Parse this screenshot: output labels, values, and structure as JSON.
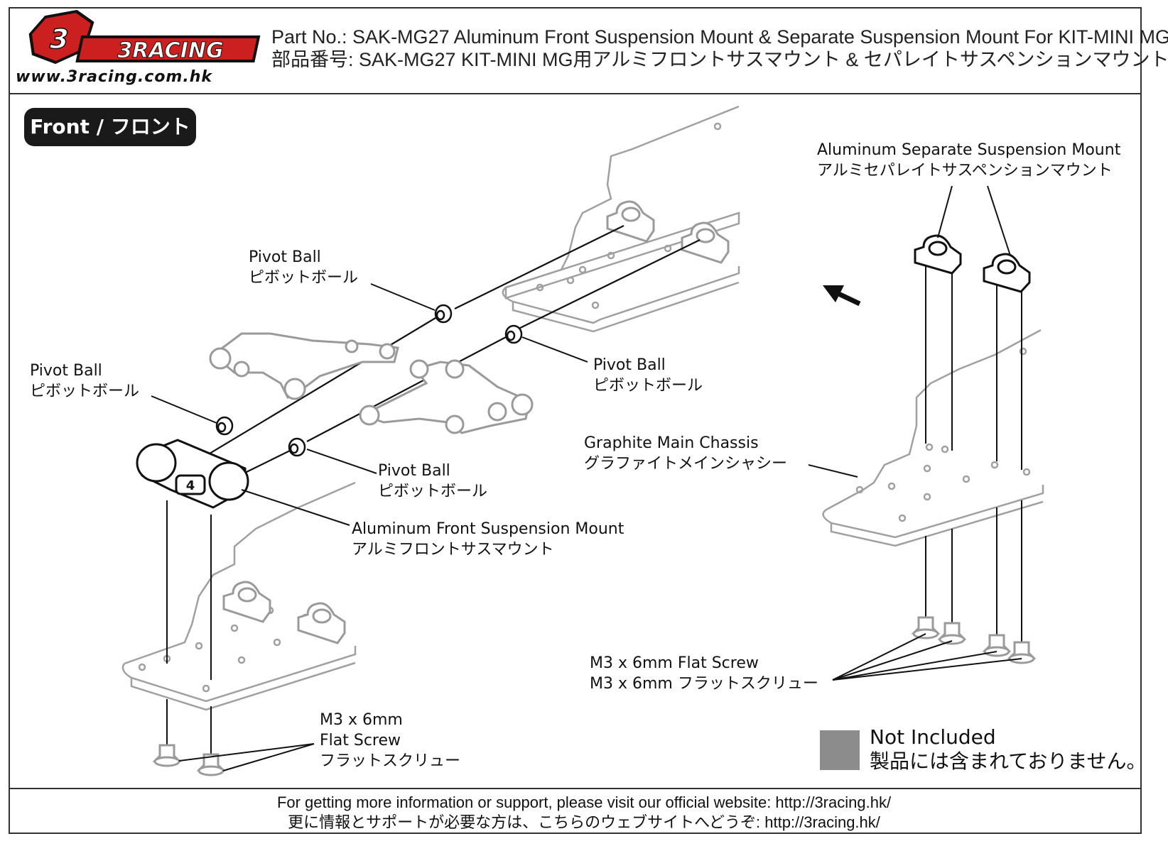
{
  "header": {
    "logo_text": "3RACING",
    "website": "www.3racing.com.hk",
    "title_en": "Part No.: SAK-MG27  Aluminum Front Suspension Mount & Separate Suspension Mount For KIT-MINI MG",
    "title_jp": "部品番号: SAK-MG27  KIT-MINI MG用アルミフロントサスマウント & セパレイトサスペンションマウント"
  },
  "section_label": "Front / フロント",
  "callouts": {
    "pivot_ball_top": {
      "en": "Pivot Ball",
      "jp": "ピボットボール"
    },
    "pivot_ball_left": {
      "en": "Pivot Ball",
      "jp": "ピボットボール"
    },
    "pivot_ball_right": {
      "en": "Pivot Ball",
      "jp": "ピボットボール"
    },
    "pivot_ball_lower": {
      "en": "Pivot Ball",
      "jp": "ピボットボール"
    },
    "front_mount": {
      "en": "Aluminum Front Suspension Mount",
      "jp": "アルミフロントサスマウント"
    },
    "separate_mount": {
      "en": "Aluminum Separate Suspension Mount",
      "jp": "アルミセパレイトサスペンションマウント"
    },
    "chassis": {
      "en": "Graphite Main Chassis",
      "jp": "グラファイトメインシャシー"
    },
    "screw_right": {
      "en": "M3 x 6mm Flat Screw",
      "jp": "M3 x 6mm フラットスクリュー"
    },
    "screw_left": {
      "en1": "M3 x 6mm",
      "en2": "Flat Screw",
      "jp": "フラットスクリュー"
    }
  },
  "part_mark": "4",
  "legend": {
    "en": "Not Included",
    "jp": "製品には含まれておりません。",
    "swatch_color": "#8c8c8c"
  },
  "footer": {
    "en": "For getting more information or support, please visit our official website: http://3racing.hk/",
    "jp": "更に情報とサポートが必要な方は、こちらのウェブサイトへどうぞ: http://3racing.hk/"
  },
  "colors": {
    "accent": "#cc1f1f",
    "line": "#1a1a1a",
    "gray_part": "#9a9a9a"
  }
}
